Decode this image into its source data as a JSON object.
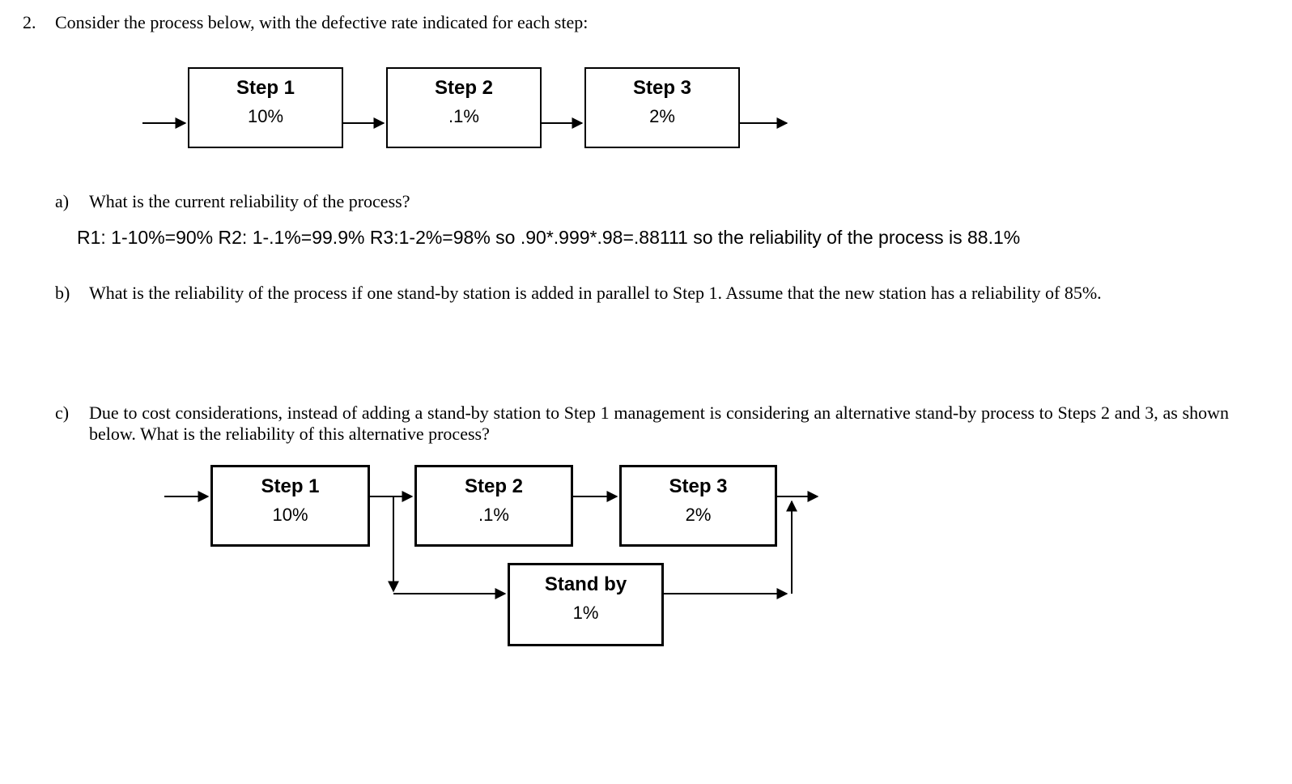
{
  "problem": {
    "number": "2.",
    "prompt": "Consider the process below, with the defective rate indicated for each step:"
  },
  "diagram_main": {
    "steps": [
      {
        "title": "Step 1",
        "rate": "10%"
      },
      {
        "title": "Step 2",
        "rate": ".1%"
      },
      {
        "title": "Step 3",
        "rate": "2%"
      }
    ]
  },
  "parts": {
    "a": {
      "label": "a)",
      "question": "What is the current reliability of the process?",
      "answer": "R1: 1-10%=90% R2: 1-.1%=99.9% R3:1-2%=98% so .90*.999*.98=.88111 so the reliability of the process is 88.1%"
    },
    "b": {
      "label": "b)",
      "question": "What is the reliability of the process if one stand-by station is added in parallel to Step 1. Assume that the new station has a reliability of 85%."
    },
    "c": {
      "label": "c)",
      "question": "Due to cost considerations, instead of adding a stand-by station to Step 1 management is considering an alternative stand-by process to Steps 2 and 3, as shown below. What is the reliability of this alternative process?"
    }
  },
  "diagram_alternative": {
    "steps": [
      {
        "title": "Step 1",
        "rate": "10%"
      },
      {
        "title": "Step 2",
        "rate": ".1%"
      },
      {
        "title": "Step 3",
        "rate": "2%"
      },
      {
        "title": "Stand by",
        "rate": "1%"
      }
    ]
  },
  "colors": {
    "ink": "#000000",
    "paper": "#ffffff"
  }
}
